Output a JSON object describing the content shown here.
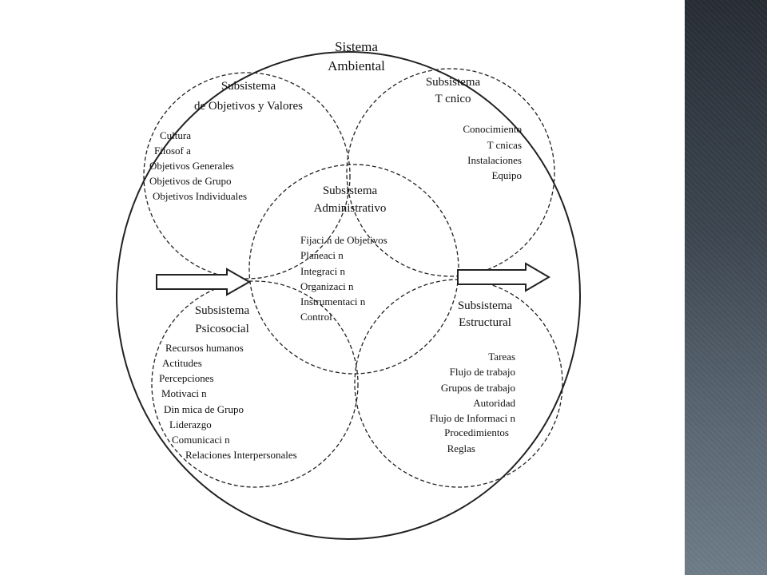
{
  "diagram": {
    "environment": {
      "title_line1": "Sistema",
      "title_line2": "Ambiental"
    },
    "values": {
      "title_line1": "Subsistema",
      "title_line2": "de Objetivos y Valores",
      "items": [
        "Cultura",
        "Filosof a",
        "Objetivos Generales",
        "Objetivos de Grupo",
        "Objetivos Individuales"
      ]
    },
    "technical": {
      "title_line1": "Subsistema",
      "title_line2": "T cnico",
      "items": [
        "Conocimiento",
        "T cnicas",
        "Instalaciones",
        "Equipo"
      ]
    },
    "administrative": {
      "title_line1": "Subsistema",
      "title_line2": "Administrativo",
      "items": [
        "Fijaci n de Objetivos",
        "Planeaci n",
        "Integraci n",
        "Organizaci n",
        "Instrumentaci n",
        "Control"
      ]
    },
    "psychosocial": {
      "title_line1": "Subsistema",
      "title_line2": "Psicosocial",
      "items": [
        "Recursos humanos",
        "Actitudes",
        "Percepciones",
        "Motivaci n",
        "Din mica de Grupo",
        "Liderazgo",
        "Comunicaci n",
        "Relaciones Interpersonales"
      ]
    },
    "structural": {
      "title_line1": "Subsistema",
      "title_line2": "Estructural",
      "items": [
        "Tareas",
        "Flujo de trabajo",
        "Grupos de trabajo",
        "Autoridad",
        "Flujo de Informaci n",
        "Procedimientos",
        "Reglas"
      ]
    }
  }
}
